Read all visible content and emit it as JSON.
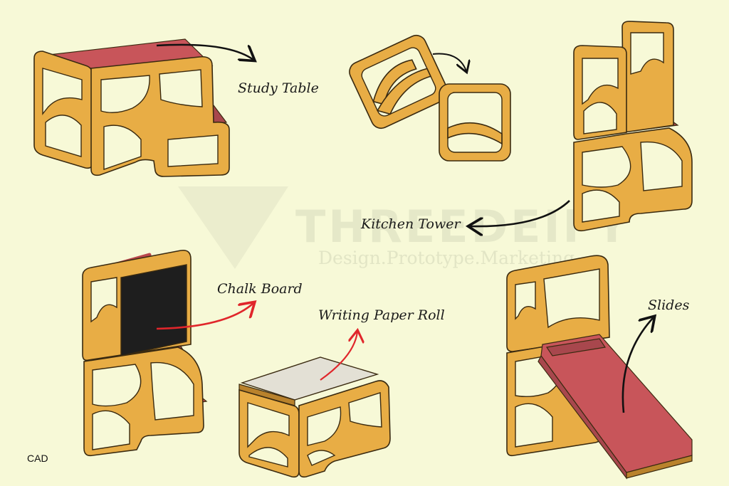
{
  "labels": {
    "study_table": "Study Table",
    "kitchen_tower": "Kitchen Tower",
    "chalk_board": "Chalk Board",
    "writing_paper_roll": "Writing Paper Roll",
    "slides": "Slides"
  },
  "watermark": {
    "brand": "THREEDEIFY",
    "tagline": "Design.Prototype.Marketing"
  },
  "footer_tag": "CAD",
  "colors": {
    "background": "#f7f9d7",
    "wood": "#e8ad45",
    "accent_red": "#c8555a",
    "chalkboard": "#1e1e1e",
    "paper": "#e3e0d5",
    "arrow_black": "#111111",
    "arrow_red": "#e0262b"
  }
}
